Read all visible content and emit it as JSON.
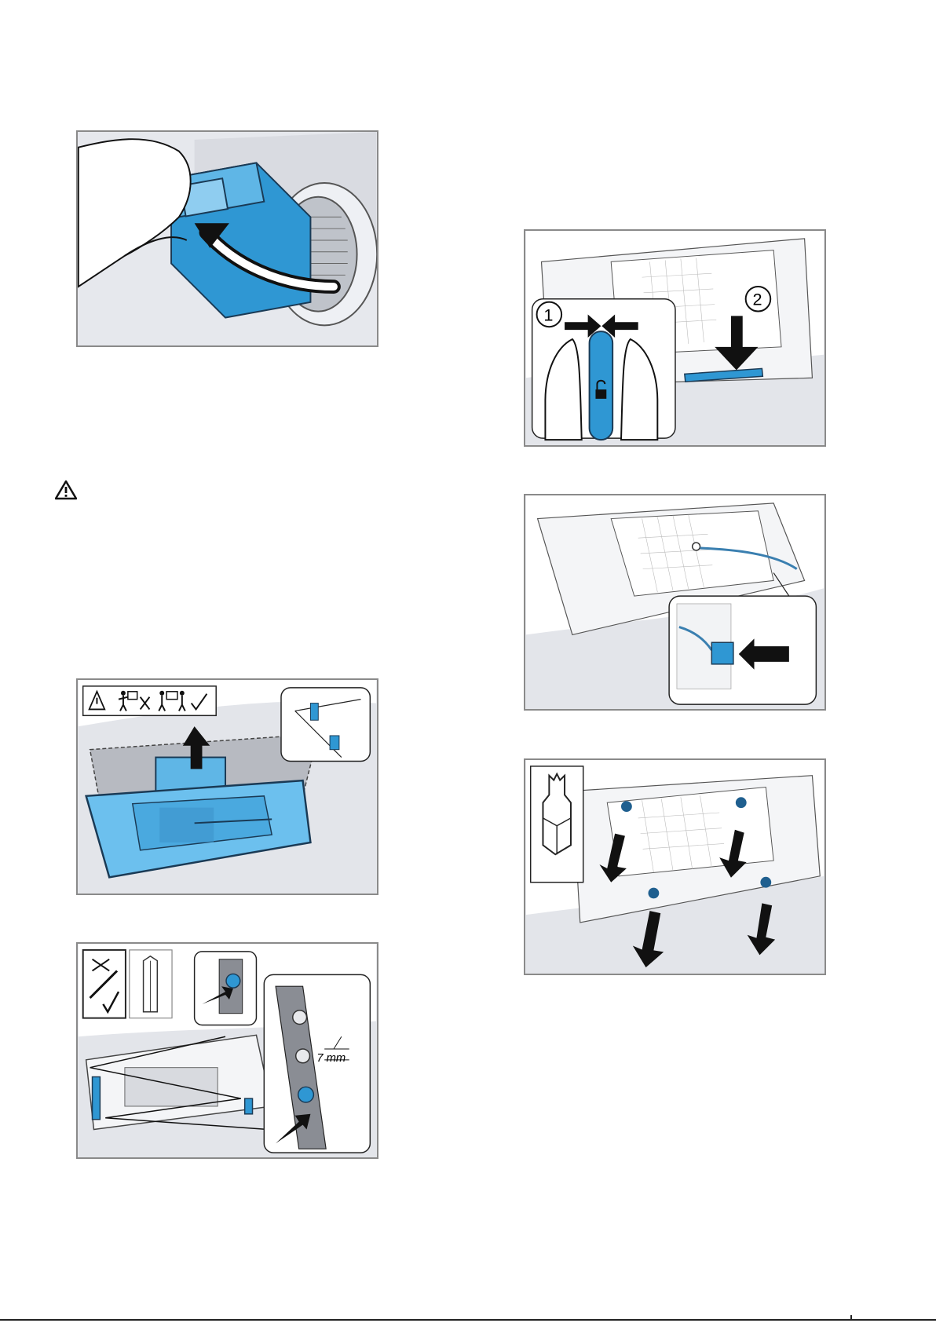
{
  "figures": {
    "fig5": {
      "step1_label": "1",
      "step2_label": "2"
    },
    "fig8": {
      "dimension_label": "7 mm"
    }
  },
  "colors": {
    "accent_blue": "#2f97d3",
    "panel_bg": "#e3e5ea",
    "frame": "#8a8a8a"
  },
  "icons": {
    "warning": "warning-triangle-icon",
    "two_person_lift": "two-person-lift-icon",
    "torx_bit": "torx-bit-icon",
    "screwdriver": "screwdriver-icon"
  }
}
